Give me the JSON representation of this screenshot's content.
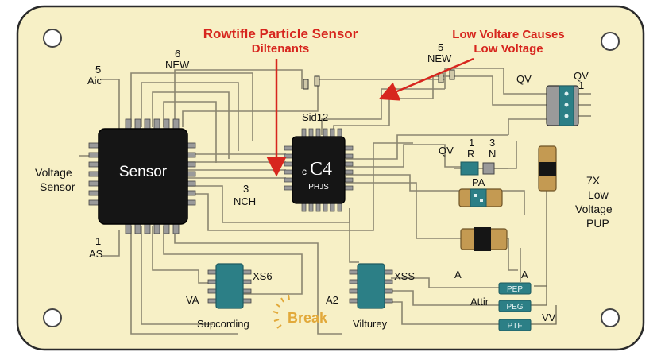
{
  "annotations": {
    "title_line1": "Rowtifle Particle Sensor",
    "title_line2": "Diltenants",
    "warning_line1": "Low Voltare Causes",
    "warning_line2": "Low Voltage"
  },
  "labels": {
    "pin5": "5",
    "aic": "Aic",
    "top6": "6",
    "new_left": "NEW",
    "top5": "5",
    "new_right": "NEW",
    "voltage_sensor_line1": "Voltage",
    "voltage_sensor_line2": "Sensor",
    "pin1": "1",
    "as": "AS",
    "pin3": "3",
    "nch": "NCH",
    "sid12": "Sid12",
    "qv_top": "QV",
    "qv_right": "QV",
    "qv_right_num": "1",
    "qv_mid": "QV",
    "r_num": "1",
    "r": "R",
    "n_num": "3",
    "n": "N",
    "pa": "PA",
    "seven_x": "7X",
    "low": "Low",
    "voltage": "Voltage",
    "pup": "PUP",
    "va": "VA",
    "xs6": "XS6",
    "a2": "A2",
    "xss": "XSS",
    "a_left": "A",
    "a_right": "A",
    "attir": "Attir",
    "vv": "VV",
    "supcording": "Supcording",
    "viltureу": "Vilturey"
  },
  "chips": {
    "sensor": "Sensor",
    "c4_main": "C4",
    "c4_prefix": "c",
    "c4_sub": "PHJS"
  },
  "components": {
    "led1": "PEP",
    "led2": "PEG",
    "led3": "PTF"
  },
  "logo": {
    "text": "Break"
  },
  "colors": {
    "board": "#f7f0c6",
    "chip": "#151515",
    "teal": "#2c7f86",
    "tan": "#c49a52",
    "red": "#d7261e"
  }
}
